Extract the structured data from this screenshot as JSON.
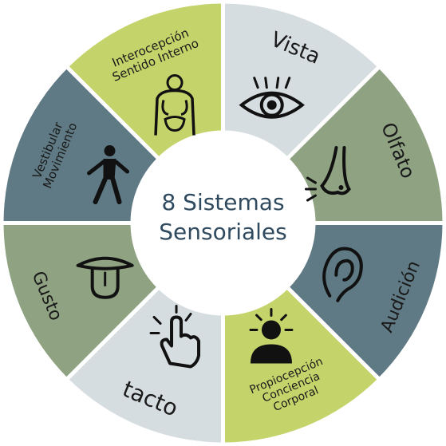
{
  "center": {
    "line1": "8 Sistemas",
    "line2": "Sensoriales"
  },
  "segments": [
    {
      "id": "vista",
      "lines": [
        "Vista"
      ],
      "icon": "eye-icon",
      "color": "#d6dde1"
    },
    {
      "id": "olfato",
      "lines": [
        "Olfato"
      ],
      "icon": "nose-icon",
      "color": "#8fa282"
    },
    {
      "id": "audicion",
      "lines": [
        "Audición"
      ],
      "icon": "ear-icon",
      "color": "#5f7a84"
    },
    {
      "id": "propiocepcion",
      "lines": [
        "Propiocepción",
        "Conciencia",
        "Corporal"
      ],
      "icon": "sun-person-icon",
      "color": "#c4d46a"
    },
    {
      "id": "tacto",
      "lines": [
        "tacto"
      ],
      "icon": "pointing-hand-icon",
      "color": "#d6dde1"
    },
    {
      "id": "gusto",
      "lines": [
        "Gusto"
      ],
      "icon": "tongue-icon",
      "color": "#8fa282"
    },
    {
      "id": "vestibular",
      "lines": [
        "Vestibular",
        "Movimiento"
      ],
      "icon": "walking-person-icon",
      "color": "#5f7a84"
    },
    {
      "id": "interocepcion",
      "lines": [
        "Interocepción",
        "Sentido Interno"
      ],
      "icon": "torso-organs-icon",
      "color": "#c4d46a"
    }
  ]
}
